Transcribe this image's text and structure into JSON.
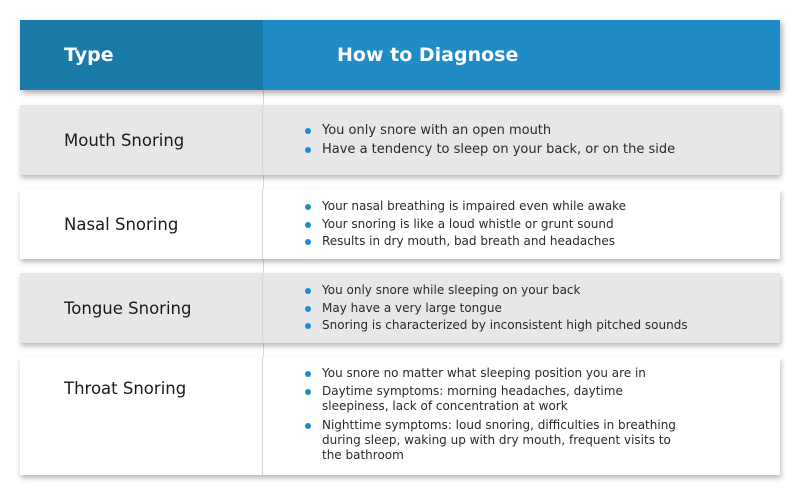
{
  "header": {
    "type_label": "Type",
    "how_label": "How to Diagnose"
  },
  "colors": {
    "header_type_bg": "#1a7aa8",
    "header_how_bg": "#1f8bc7",
    "row_gray_bg": "#e6e7e8",
    "row_white_bg": "#ffffff",
    "bullet": "#1f8bc7"
  },
  "rows": [
    {
      "type": "Mouth Snoring",
      "symptoms": [
        "You only snore with an open mouth",
        "Have a tendency to sleep on your back, or on the side"
      ]
    },
    {
      "type": "Nasal Snoring",
      "symptoms": [
        "Your nasal breathing is impaired even while awake",
        "Your snoring is like a loud whistle or grunt sound",
        "Results in dry mouth, bad breath and headaches"
      ]
    },
    {
      "type": "Tongue Snoring",
      "symptoms": [
        "You only snore while sleeping on your back",
        "May have a very large tongue",
        "Snoring is characterized by inconsistent high pitched sounds"
      ]
    },
    {
      "type": "Throat Snoring",
      "symptoms": [
        "You snore no matter what sleeping position you are in",
        "Daytime symptoms: morning headaches, daytime sleepiness, lack of concentration at work",
        "Nighttime symptoms: loud snoring, difficulties in breathing during sleep, waking up with dry mouth, frequent visits to the bathroom"
      ]
    }
  ]
}
